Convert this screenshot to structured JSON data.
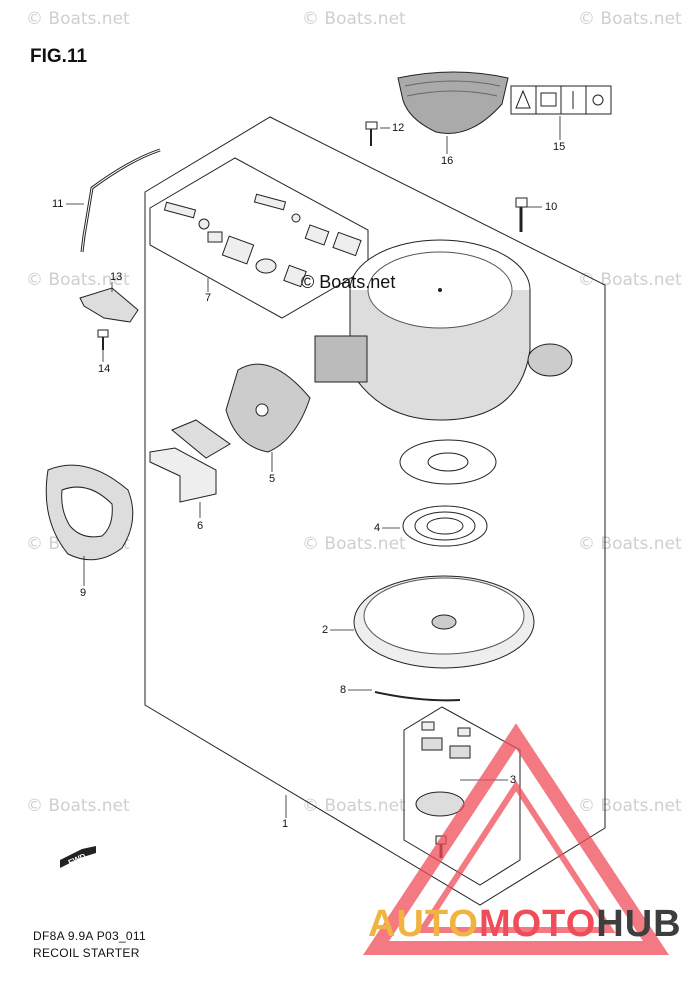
{
  "figure": {
    "title": "FIG.11",
    "model_code": "DF8A 9.9A P03_011",
    "section_title": "RECOIL STARTER"
  },
  "watermark": {
    "text": "© Boats.net",
    "center_text": "© Boats.net"
  },
  "brand": {
    "part1": "AUTO",
    "part2": "MOTO",
    "part3": "HUB",
    "colors": {
      "auto": "#f2b441",
      "moto": "#ef4d59",
      "hub": "#3e3e3e",
      "triangle": "#ef4d59"
    }
  },
  "fwd_label": "FWD",
  "callouts": [
    "1",
    "2",
    "3",
    "4",
    "5",
    "6",
    "7",
    "8",
    "9",
    "10",
    "11",
    "12",
    "13",
    "14",
    "15",
    "16"
  ]
}
